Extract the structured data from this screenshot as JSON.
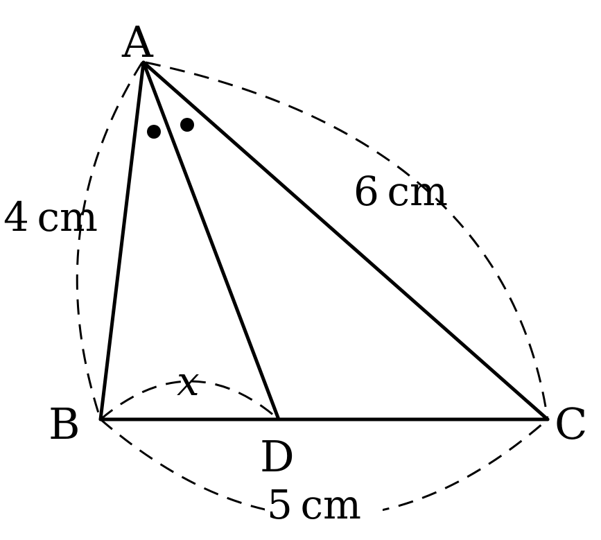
{
  "vertices": {
    "A": "A",
    "B": "B",
    "C": "C",
    "D": "D"
  },
  "lengths": {
    "ab": "4 cm",
    "ac": "6 cm",
    "bc": "5 cm",
    "bd": "x"
  },
  "colors": {
    "ink": "#000000",
    "background": "#ffffff"
  }
}
